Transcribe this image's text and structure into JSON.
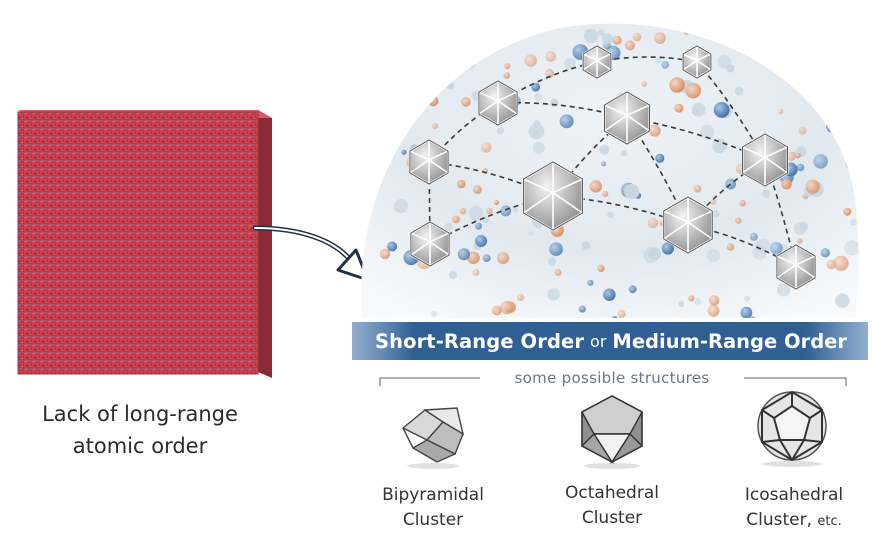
{
  "left_caption": [
    "Lack of long-range",
    "atomic order"
  ],
  "banner": {
    "part1": "Short-Range Order",
    "connector": "or",
    "part2": "Medium-Range Order"
  },
  "structures_label": "some possible structures",
  "structures": [
    {
      "line1": "Bipyramidal",
      "line2": "Cluster",
      "suffix": "",
      "icon": "bipyramidal-cluster-icon"
    },
    {
      "line1": "Octahedral",
      "line2": "Cluster",
      "suffix": "",
      "icon": "octahedral-cluster-icon"
    },
    {
      "line1": "Icosahedral",
      "line2": "Cluster,",
      "suffix": "etc.",
      "icon": "icosahedral-cluster-icon"
    }
  ],
  "colors": {
    "block_red": "#c8404a",
    "arrow": "#1f3347",
    "banner_blue": "#2f5f93",
    "atom_orange": "#e3a37c",
    "atom_blue": "#5c8bc0"
  }
}
